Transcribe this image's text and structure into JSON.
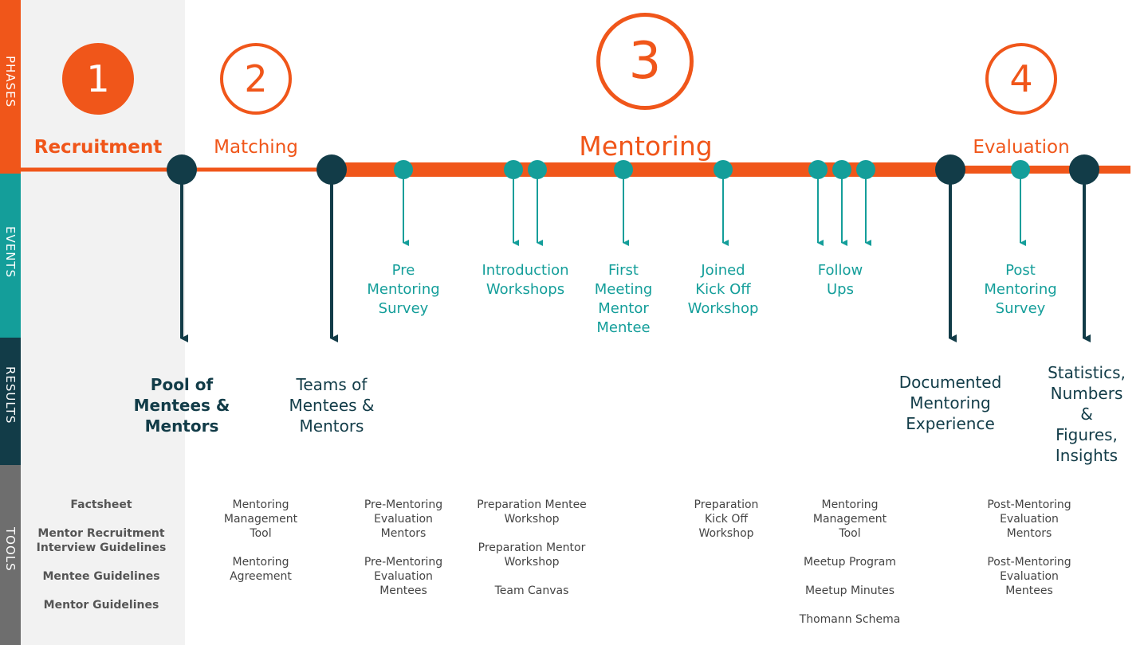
{
  "colors": {
    "orange": "#f0561a",
    "teal": "#149e9a",
    "dark_teal": "#0f5a5e",
    "navy": "#123c48",
    "gray_band": "#6e6e6e",
    "light_gray": "#f2f2f2"
  },
  "bands": {
    "phases": "PHASES",
    "events": "EVENTS",
    "results": "RESULTS",
    "tools": "TOOLS"
  },
  "phases": [
    {
      "number": "1",
      "label": "Recruitment"
    },
    {
      "number": "2",
      "label": "Matching"
    },
    {
      "number": "3",
      "label": "Mentoring"
    },
    {
      "number": "4",
      "label": "Evaluation"
    }
  ],
  "events": [
    {
      "label": "Pre\nMentoring\nSurvey"
    },
    {
      "label": "Introduction\nWorkshops"
    },
    {
      "label": "First\nMeeting\nMentor\nMentee"
    },
    {
      "label": "Joined\nKick Off\nWorkshop"
    },
    {
      "label": "Follow\nUps"
    },
    {
      "label": "Post\nMentoring\nSurvey"
    }
  ],
  "results": [
    {
      "label": "Pool of\nMentees &\nMentors"
    },
    {
      "label": "Teams of\nMentees &\nMentors"
    },
    {
      "label": "Documented\nMentoring\nExperience"
    },
    {
      "label": "Statistics,\nNumbers &\nFigures,\nInsights"
    }
  ],
  "tools": [
    {
      "items": [
        "Factsheet",
        "Mentor Recruitment\nInterview Guidelines",
        "Mentee Guidelines",
        "Mentor Guidelines"
      ]
    },
    {
      "items": [
        "Mentoring\nManagement\nTool",
        "Mentoring\nAgreement"
      ]
    },
    {
      "items": [
        "Pre-Mentoring\nEvaluation\nMentors",
        "Pre-Mentoring\nEvaluation\nMentees"
      ]
    },
    {
      "items": [
        "Preparation Mentee\nWorkshop",
        "Preparation Mentor\nWorkshop",
        "Team Canvas"
      ]
    },
    {
      "items": [
        "Preparation\nKick Off\nWorkshop"
      ]
    },
    {
      "items": [
        "Mentoring\nManagement\nTool",
        "Meetup Program",
        "Meetup Minutes",
        "Thomann Schema"
      ]
    },
    {
      "items": [
        "Post-Mentoring\nEvaluation\nMentors",
        "Post-Mentoring\nEvaluation\nMentees"
      ]
    }
  ]
}
